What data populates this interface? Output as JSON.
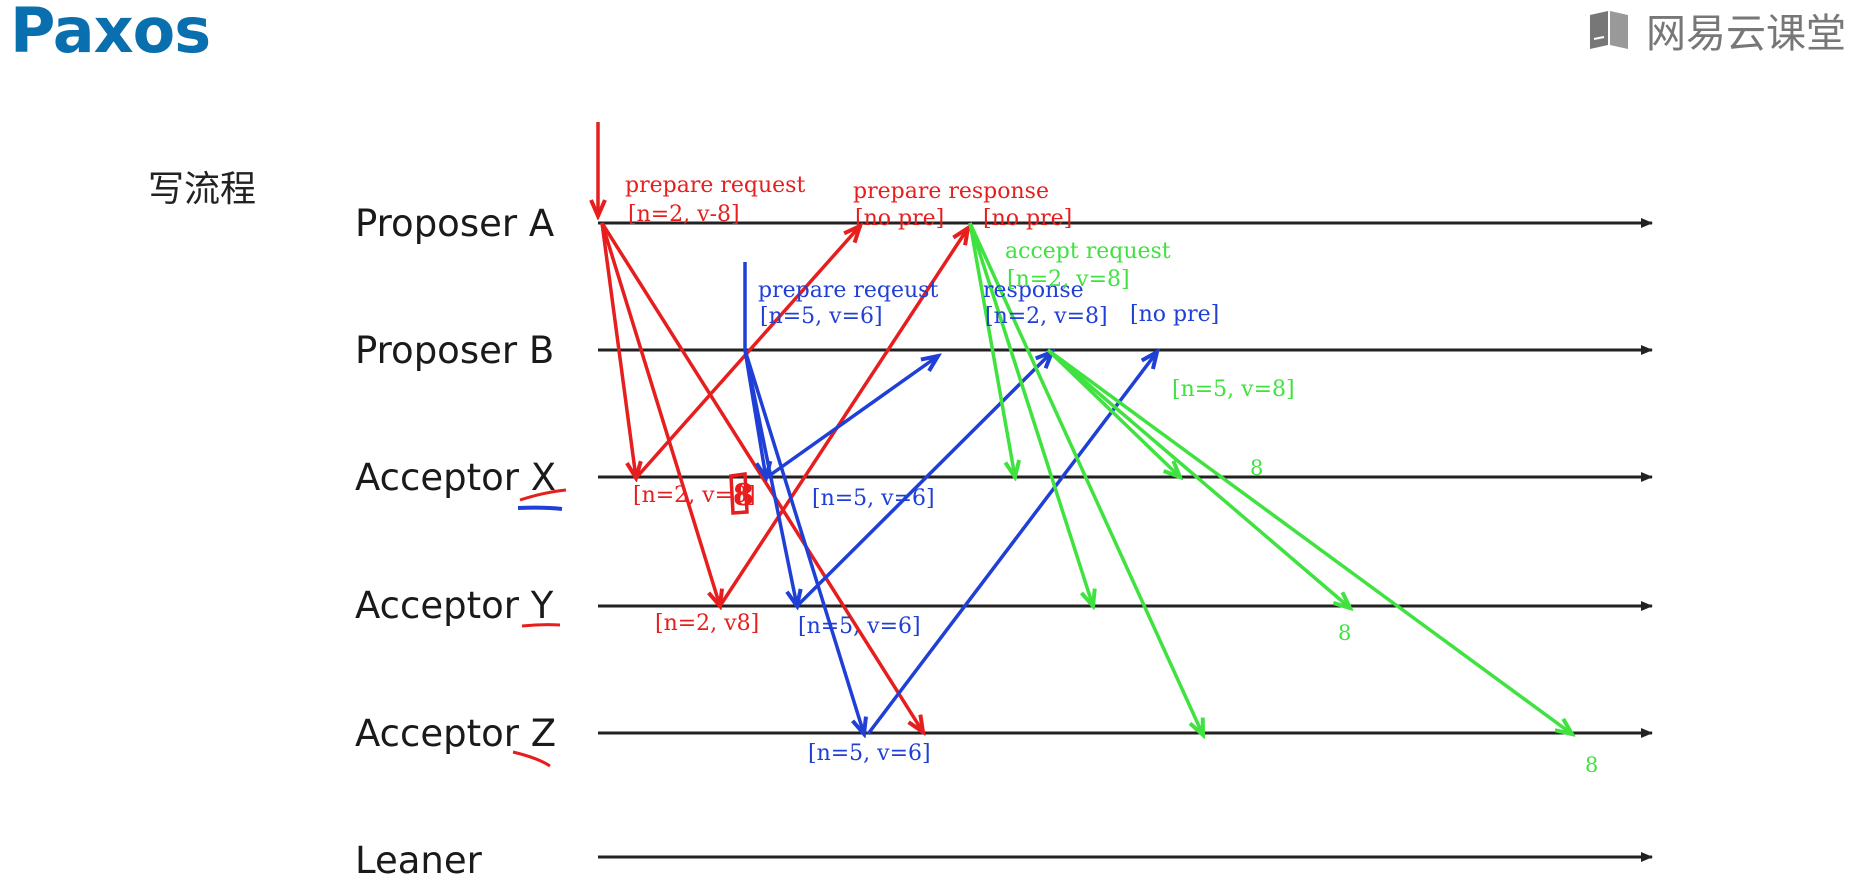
{
  "header": {
    "title": "Paxos",
    "brand": "网易云课堂",
    "logo_icon": "book-logo-icon"
  },
  "section_label": "写流程",
  "roles": [
    {
      "id": "proposer_a",
      "label": "Proposer A"
    },
    {
      "id": "proposer_b",
      "label": "Proposer B"
    },
    {
      "id": "acceptor_x",
      "label": "Acceptor X"
    },
    {
      "id": "acceptor_y",
      "label": "Acceptor Y"
    },
    {
      "id": "acceptor_z",
      "label": "Acceptor Z"
    },
    {
      "id": "leaner",
      "label": "Leaner"
    }
  ],
  "colors": {
    "proposer_a": "#e61e1e",
    "proposer_b": "#1f3fd6",
    "accept_phase": "#3fe23f",
    "timeline": "#222222",
    "title": "#0a6fae"
  },
  "annotations": {
    "red": {
      "prepare_request": "prepare request",
      "prepare_request_value": "[n=2, v-8]",
      "prepare_response": "prepare response",
      "no_pre_1": "[no pre]",
      "no_pre_2": "[no pre]",
      "acceptor_x_value": "[n=2, v=8]",
      "acceptor_y_value": "[n=2, v8]"
    },
    "blue": {
      "prepare_request": "prepare reqeust",
      "prepare_request_value": "[n=5, v=6]",
      "response": "response",
      "response_value": "[n=2, v=8]",
      "no_pre": "[no pre]",
      "acceptor_x_value": "[n=5, v=6]",
      "acceptor_y_value": "[n=5, v=6]",
      "acceptor_z_value": "[n=5, v=6]"
    },
    "green": {
      "accept_request": "accept request",
      "accept_request_value": "[n=2, v=8]",
      "proposer_b_value": "[n=5, v=8]",
      "acceptor_x_value": "8",
      "acceptor_y_value": "8",
      "acceptor_z_value": "8"
    },
    "handwritten_x_value": "8"
  }
}
